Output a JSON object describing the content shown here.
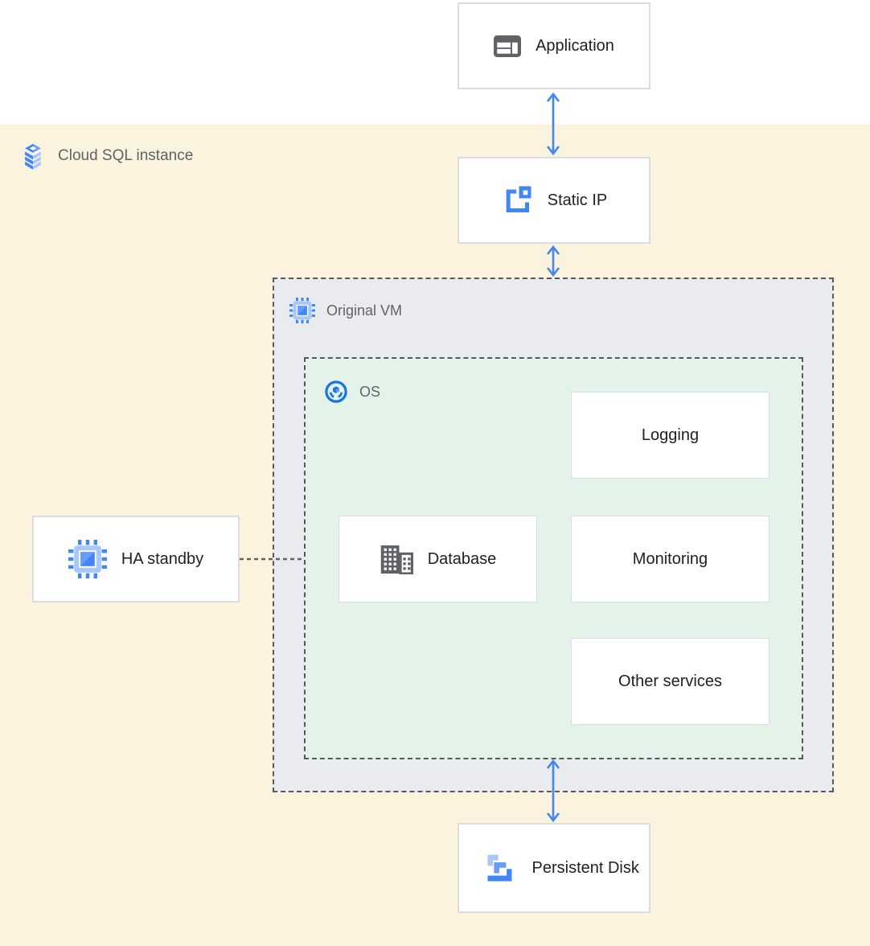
{
  "diagram": {
    "region": {
      "label": "Cloud SQL instance"
    },
    "nodes": {
      "application": {
        "label": "Application"
      },
      "static_ip": {
        "label": "Static IP"
      },
      "original_vm": {
        "label": "Original VM"
      },
      "os": {
        "label": "OS"
      },
      "logging": {
        "label": "Logging"
      },
      "database": {
        "label": "Database"
      },
      "monitoring": {
        "label": "Monitoring"
      },
      "other_services": {
        "label": "Other services"
      },
      "ha_standby": {
        "label": "HA standby"
      },
      "persistent_disk": {
        "label": "Persistent Disk"
      }
    },
    "colors": {
      "region_bg": "#FBF3DE",
      "vm_container_bg": "#E9EBEE",
      "os_container_bg": "#E4F3EA",
      "arrow_blue": "#4285F4",
      "icon_blue": "#4285F4",
      "icon_blue_medium": "#669DF6",
      "icon_blue_light": "#A8C7FA",
      "icon_gray": "#5F6368",
      "container_label_gray": "#5F6368",
      "node_text": "#202124",
      "node_border": "#DADCE0",
      "dashed_border": "#55585C"
    }
  }
}
